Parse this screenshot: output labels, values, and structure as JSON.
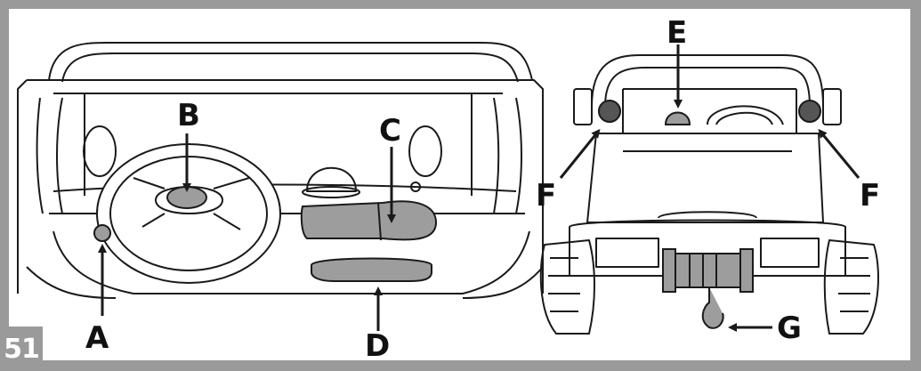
{
  "figure": {
    "step_number": "51",
    "labels": {
      "a": "A",
      "b": "B",
      "c": "C",
      "d": "D",
      "e": "E",
      "f_left": "F",
      "f_right": "F",
      "g": "G"
    }
  },
  "colors": {
    "frame": "#9a9a9a",
    "part_fill": "#9d9d9d",
    "line": "#1a1a1a"
  }
}
